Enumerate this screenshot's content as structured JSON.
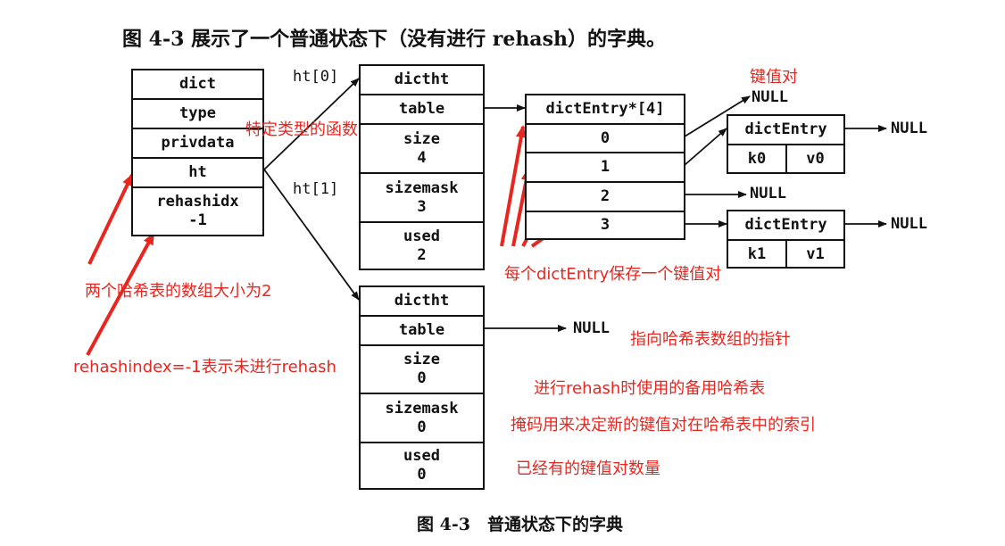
{
  "title": "图 4-3 展示了一个普通状态下（没有进行 rehash）的字典。",
  "caption": "图 4-3　普通状态下的字典",
  "dict": {
    "header": "dict",
    "fields": [
      "type",
      "privdata",
      "ht"
    ],
    "rehashidx_label": "rehashidx",
    "rehashidx_value": "-1"
  },
  "ht_labels": [
    "ht[0]",
    "ht[1]"
  ],
  "ht0": {
    "header": "dictht",
    "table": "table",
    "size_label": "size",
    "size_value": "4",
    "sizemask_label": "sizemask",
    "sizemask_value": "3",
    "used_label": "used",
    "used_value": "2"
  },
  "ht1": {
    "header": "dictht",
    "table": "table",
    "size_label": "size",
    "size_value": "0",
    "sizemask_label": "sizemask",
    "sizemask_value": "0",
    "used_label": "used",
    "used_value": "0"
  },
  "entry_array": {
    "header": "dictEntry*[4]",
    "indices": [
      "0",
      "1",
      "2",
      "3"
    ]
  },
  "entry0": {
    "header": "dictEntry",
    "key": "k0",
    "value": "v0"
  },
  "entry1": {
    "header": "dictEntry",
    "key": "k1",
    "value": "v1"
  },
  "null_label": "NULL",
  "annotations": {
    "key_value_pair": "键值对",
    "type_functions": "特定类型的函数",
    "each_entry": "每个dictEntry保存一个键值对",
    "two_tables": "两个哈希表的数组大小为2",
    "rehashidx_note": "rehashindex=-1表示未进行rehash",
    "table_pointer": "指向哈希表数组的指针",
    "backup_table": "进行rehash时使用的备用哈希表",
    "sizemask_note": "掩码用来决定新的键值对在哈希表中的索引",
    "used_note": "已经有的键值对数量"
  },
  "colors": {
    "annotation": "#e8261f",
    "line": "#111111"
  }
}
